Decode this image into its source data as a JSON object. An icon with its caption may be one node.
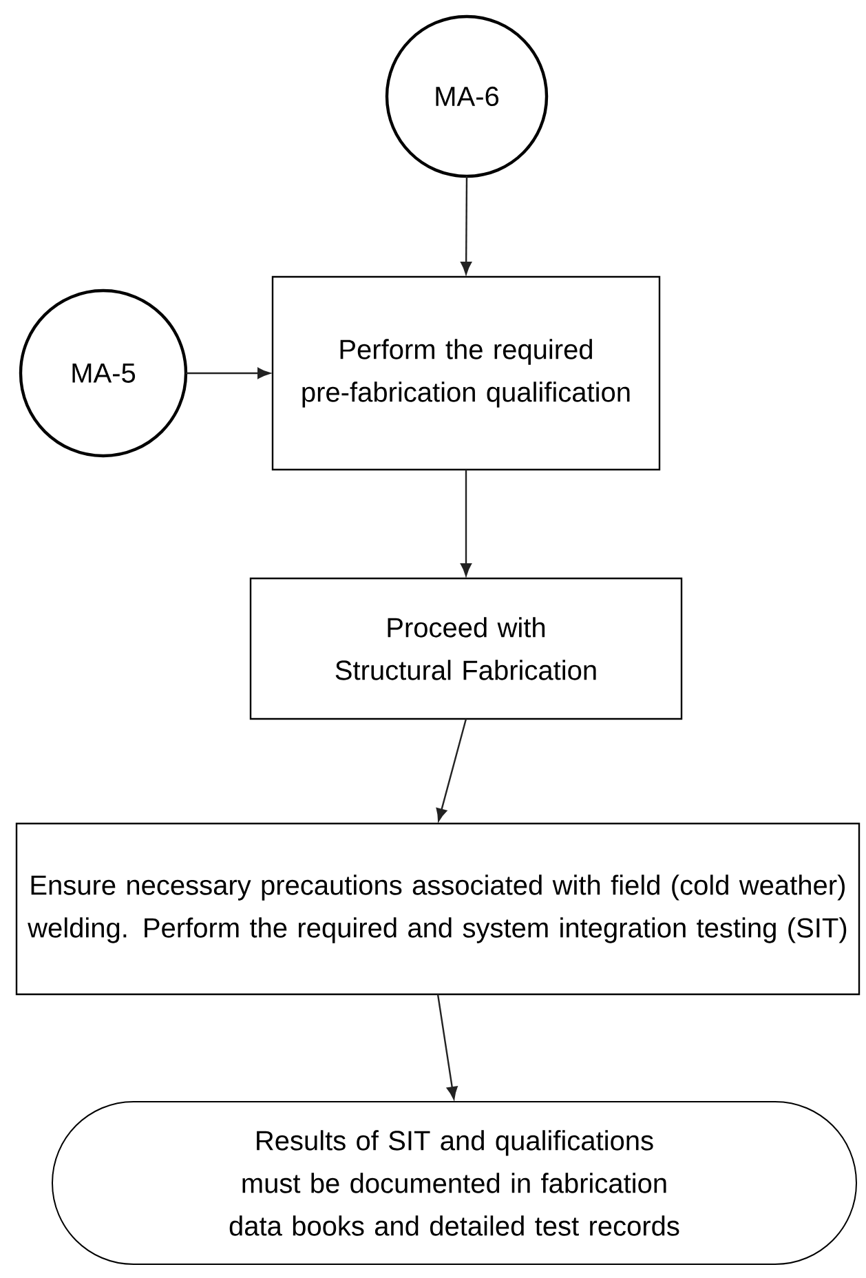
{
  "diagram": {
    "nodes": [
      {
        "text": [
          "MA-6"
        ]
      },
      {
        "text": [
          "MA-5"
        ]
      },
      {
        "text": [
          "Perform the required pre-fabrication qualification"
        ]
      },
      {
        "text": [
          "Proceed with Structural Fabrication"
        ]
      },
      {
        "text": [
          "Ensure necessary precautions associated with field (cold weather) welding. Perform the required and system integration testing (SIT)"
        ]
      },
      {
        "text": [
          "Results of SIT and qualifications must be documented in fabrication data books and detailed test records"
        ]
      }
    ],
    "edges": [
      {
        "from": 0,
        "to": 2,
        "arrow": "to"
      },
      {
        "from": 1,
        "to": 2,
        "arrow": "to"
      },
      {
        "from": 2,
        "to": 3,
        "arrow": "to"
      },
      {
        "from": 3,
        "to": 4,
        "arrow": "to"
      },
      {
        "from": 4,
        "to": 5,
        "arrow": "to"
      }
    ]
  }
}
